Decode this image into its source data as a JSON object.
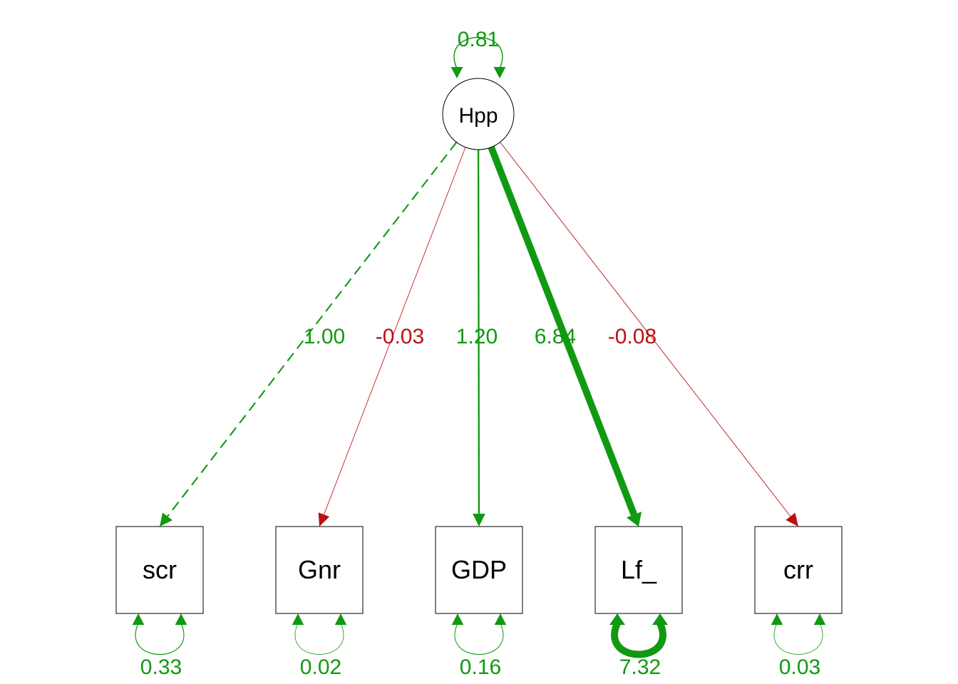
{
  "colors": {
    "positive": "#119911",
    "negative": "#bb1111",
    "node_stroke": "#000000"
  },
  "latent": {
    "name": "Hpp",
    "variance": "0.81"
  },
  "indicators": [
    {
      "name": "scr",
      "loading": "1.00",
      "sign": "positive",
      "fixed": true,
      "loading_weight": 1.0,
      "residual": "0.33",
      "residual_weight": 0.33
    },
    {
      "name": "Gnr",
      "loading": "-0.03",
      "sign": "negative",
      "fixed": false,
      "loading_weight": 0.03,
      "residual": "0.02",
      "residual_weight": 0.02
    },
    {
      "name": "GDP",
      "loading": "1.20",
      "sign": "positive",
      "fixed": false,
      "loading_weight": 1.2,
      "residual": "0.16",
      "residual_weight": 0.16
    },
    {
      "name": "Lf_",
      "loading": "6.84",
      "sign": "positive",
      "fixed": false,
      "loading_weight": 6.84,
      "residual": "7.32",
      "residual_weight": 7.32
    },
    {
      "name": "crr",
      "loading": "-0.08",
      "sign": "negative",
      "fixed": false,
      "loading_weight": 0.08,
      "residual": "0.03",
      "residual_weight": 0.03
    }
  ]
}
